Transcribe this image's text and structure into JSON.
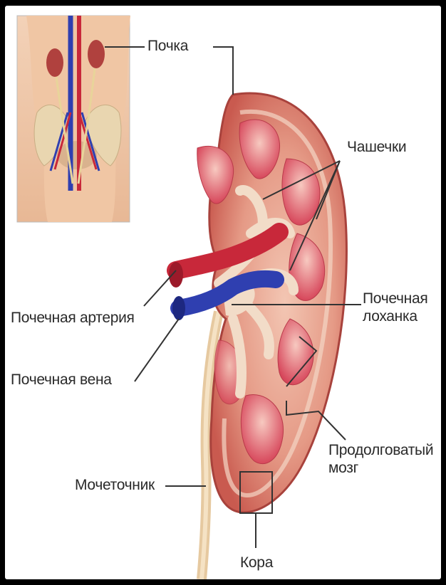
{
  "labels": {
    "kidney": "Почка",
    "calyces": "Чашечки",
    "renal_artery": "Почечная артерия",
    "renal_pelvis_line1": "Почечная",
    "renal_pelvis_line2": "лоханка",
    "renal_vein": "Почечная вена",
    "medulla_line1": "Продолговатый",
    "medulla_line2": "мозг",
    "ureter": "Мочеточник",
    "cortex": "Кора"
  },
  "colors": {
    "background": "#000000",
    "panel": "#ffffff",
    "artery": "#c8283a",
    "vein": "#2f3fb0",
    "kidney_tissue": "#e9a08c",
    "leader_line": "#333333"
  }
}
